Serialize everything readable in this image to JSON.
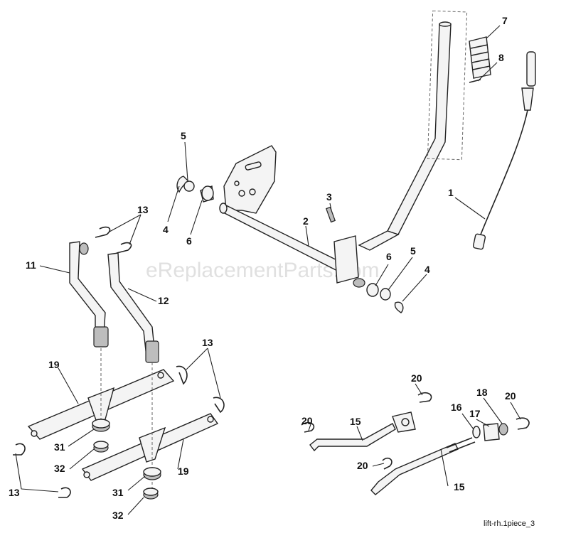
{
  "diagram": {
    "watermark": "eReplacementParts.com",
    "caption": "lift-rh.1piece_3",
    "callouts": {
      "c1": "1",
      "c2": "2",
      "c3": "3",
      "c4a": "4",
      "c4b": "4",
      "c5a": "5",
      "c5b": "5",
      "c6a": "6",
      "c6b": "6",
      "c7": "7",
      "c8": "8",
      "c11": "11",
      "c12": "12",
      "c13a": "13",
      "c13b": "13",
      "c13c": "13",
      "c15a": "15",
      "c15b": "15",
      "c16": "16",
      "c17": "17",
      "c18": "18",
      "c19a": "19",
      "c19b": "19",
      "c20a": "20",
      "c20b": "20",
      "c20c": "20",
      "c31a": "31",
      "c31b": "31",
      "c32a": "32",
      "c32b": "32"
    }
  }
}
